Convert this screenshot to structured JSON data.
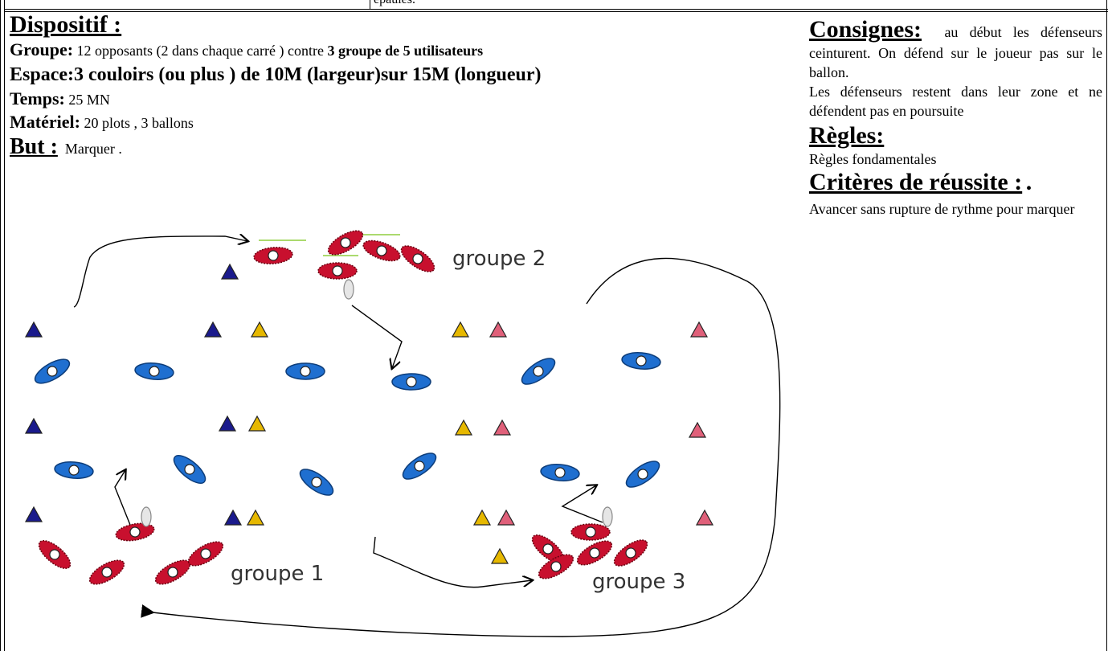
{
  "top_fragment": "épaules.",
  "left": {
    "heading": "Dispositif :",
    "groupe": {
      "label": "Groupe:",
      "text": " 12 opposants (2 dans chaque carré ) contre ",
      "bold": "3 groupe de 5 utilisateurs"
    },
    "espace": {
      "text": "Espace:3 couloirs (ou plus ) de 10M (largeur)sur 15M (longueur)"
    },
    "temps": {
      "label": "Temps:",
      "text": " 25 MN"
    },
    "materiel": {
      "label": "Matériel:",
      "text": " 20 plots , 3 ballons"
    },
    "but": {
      "label": "But :",
      "text": "Marquer ."
    }
  },
  "right": {
    "consignes_label": "Consignes:",
    "consignes_text": "au début les défenseurs ceinturent. On défend sur le joueur pas sur le ballon.",
    "consignes_text2": "Les défenseurs restent dans leur zone et ne défendent pas en poursuite",
    "regles_label": "Règles:",
    "regles_text": "Règles fondamentales",
    "criteres_label": "Critères de réussite :",
    "criteres_text": "Avancer sans rupture de rythme pour marquer"
  },
  "diagram": {
    "group_labels": [
      "groupe 2",
      "groupe 1",
      "groupe 3"
    ],
    "colors": {
      "navy": "#1a1a8c",
      "yellow": "#e6b800",
      "pink": "#e0607a",
      "red": "#c8102e",
      "blue": "#1f6fd0"
    }
  }
}
